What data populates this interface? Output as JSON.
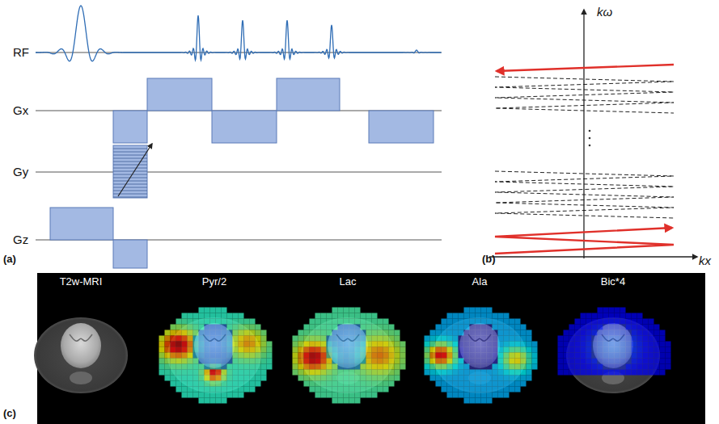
{
  "diagram": {
    "labels": [
      "RF",
      "Gx",
      "Gy",
      "Gz",
      "(a)",
      "kω",
      "kx",
      "(b)",
      "T2w-MRI",
      "Pyr/2",
      "Lac",
      "Ala",
      "Bic*4",
      "(c)"
    ]
  }
}
